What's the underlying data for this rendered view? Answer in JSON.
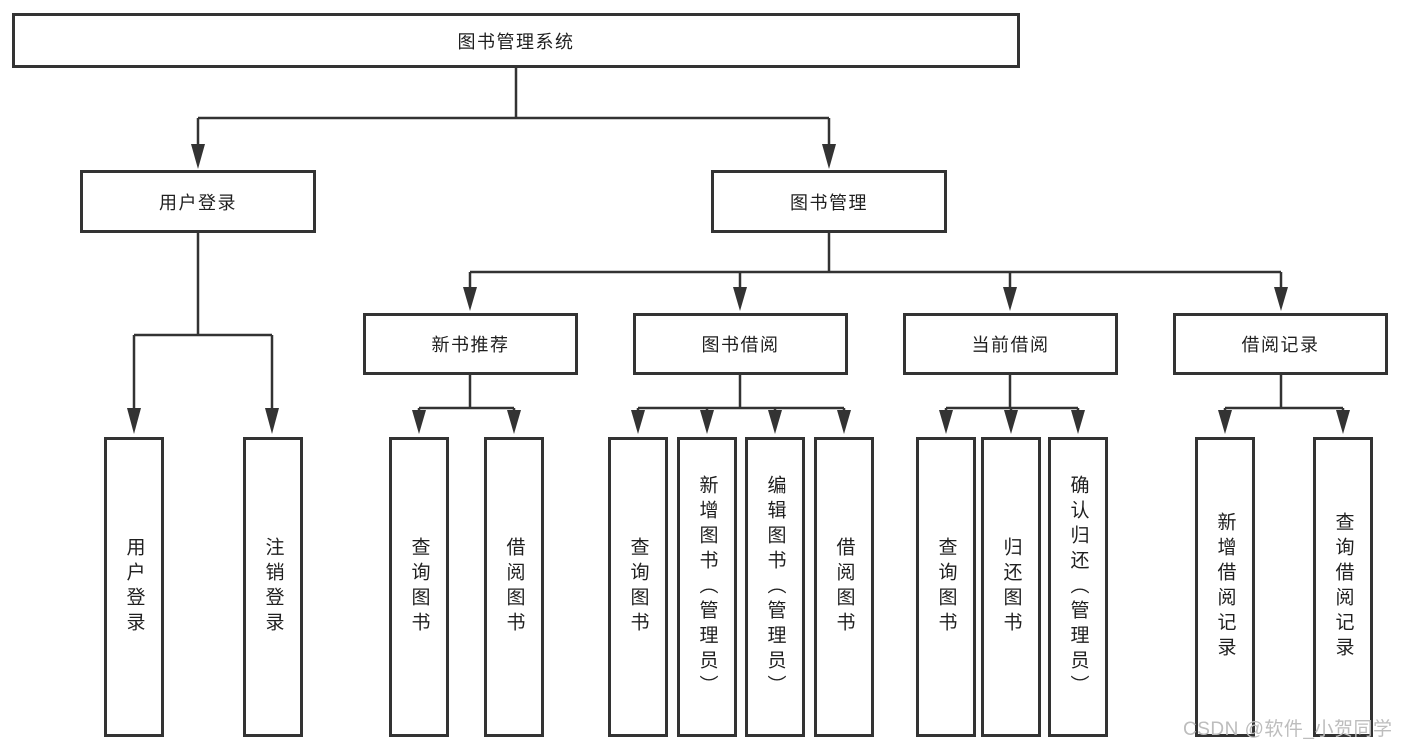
{
  "colors": {
    "line": "#333333",
    "box_border": "#333333",
    "box_fill": "#ffffff",
    "text": "#1f1f1f",
    "watermark": "#bdbdbd",
    "background": "#ffffff"
  },
  "watermark": {
    "text": "CSDN @软件_小贺同学"
  },
  "tree": {
    "root": {
      "label": "图书管理系统",
      "children": [
        {
          "label": "用户登录",
          "children": [
            {
              "label": "用户登录"
            },
            {
              "label": "注销登录"
            }
          ]
        },
        {
          "label": "图书管理",
          "children": [
            {
              "label": "新书推荐",
              "children": [
                {
                  "label": "查询图书"
                },
                {
                  "label": "借阅图书"
                }
              ]
            },
            {
              "label": "图书借阅",
              "children": [
                {
                  "label": "查询图书"
                },
                {
                  "label": "新增图书（管理员）"
                },
                {
                  "label": "编辑图书（管理员）"
                },
                {
                  "label": "借阅图书"
                }
              ]
            },
            {
              "label": "当前借阅",
              "children": [
                {
                  "label": "查询图书"
                },
                {
                  "label": "归还图书"
                },
                {
                  "label": "确认归还（管理员）"
                }
              ]
            },
            {
              "label": "借阅记录",
              "children": [
                {
                  "label": "新增借阅记录"
                },
                {
                  "label": "查询借阅记录"
                }
              ]
            }
          ]
        }
      ]
    }
  }
}
